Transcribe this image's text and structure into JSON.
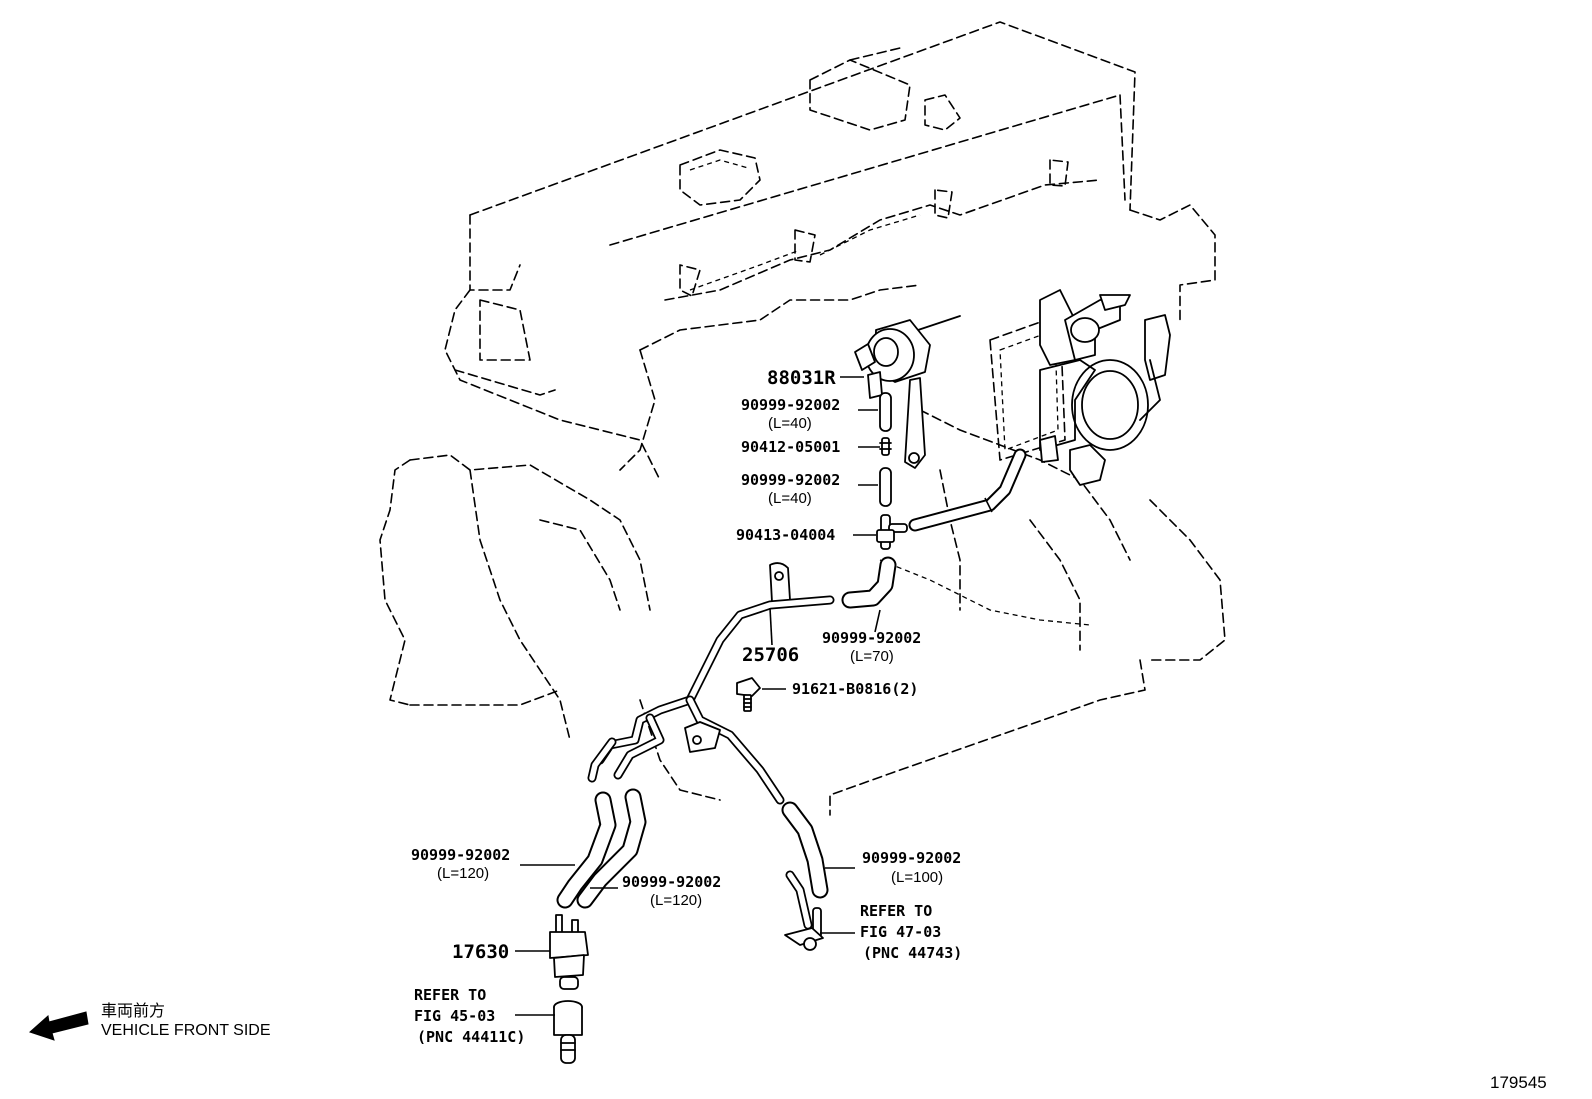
{
  "callouts": {
    "vsv": "88031R",
    "hose_a": "90999-92002",
    "hose_a_len": "(L=40)",
    "plug": "90412-05001",
    "hose_b": "90999-92002",
    "hose_b_len": "(L=40)",
    "tee": "90413-04004",
    "pipe": "25706",
    "hose_c": "90999-92002",
    "hose_c_len": "(L=70)",
    "bolt": "91621-B0816(2)",
    "hose_d": "90999-92002",
    "hose_d_len": "(L=120)",
    "hose_e": "90999-92002",
    "hose_e_len": "(L=120)",
    "hose_f": "90999-92002",
    "hose_f_len": "(L=100)",
    "sensor": "17630"
  },
  "notes": {
    "refer_a": [
      "REFER TO",
      "FIG 47-03",
      "(PNC 44743)"
    ],
    "refer_b": [
      "REFER TO",
      "FIG 45-03",
      "(PNC 44411C)"
    ]
  },
  "orientation": {
    "jp": "車両前方",
    "en": "VEHICLE FRONT SIDE"
  },
  "figure_number": "179545"
}
